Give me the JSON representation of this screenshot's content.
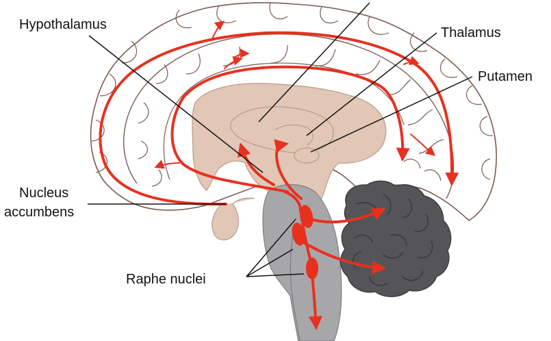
{
  "labels": {
    "hypothalamus": "Hypothalamus",
    "thalamus": "Thalamus",
    "putamen": "Putamen",
    "nucleus_accumbens_line1": "Nucleus",
    "nucleus_accumbens_line2": "accumbens",
    "raphe_nuclei": "Raphe nuclei"
  },
  "colors": {
    "pathway": "#e8301f",
    "cortex_outline": "#7a5a50",
    "deep_structures": "#e2c7b6",
    "brainstem": "#a7a7a9",
    "cerebellum": "#555557",
    "leader_line": "#111111"
  }
}
